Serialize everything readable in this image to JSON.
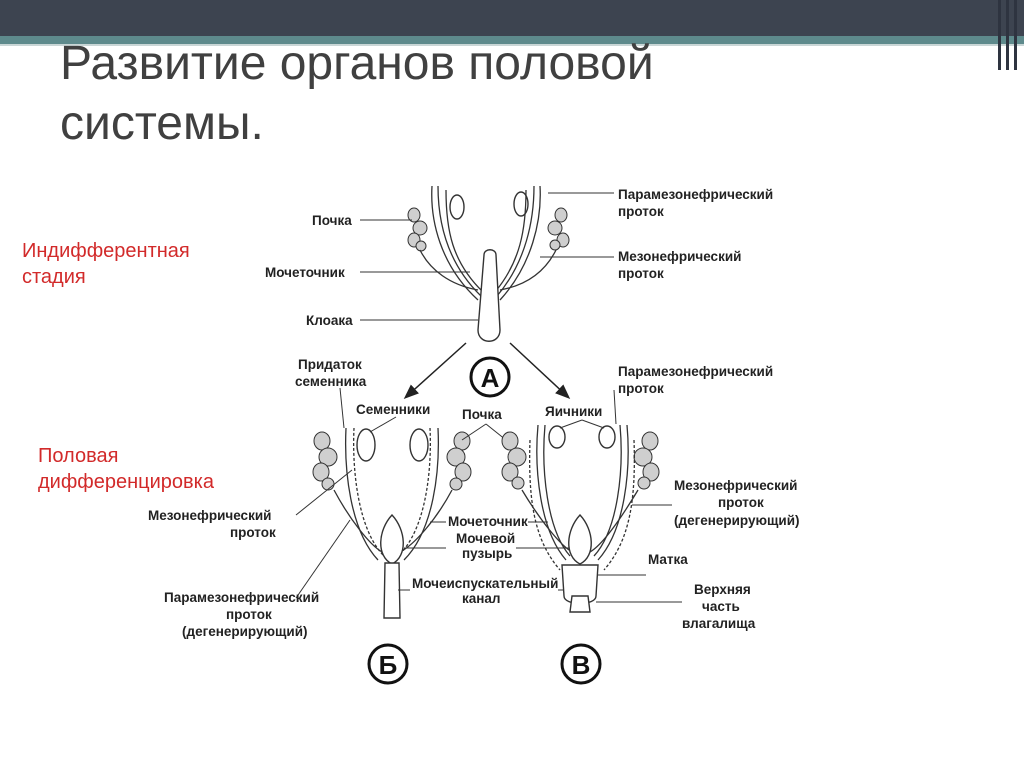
{
  "slide": {
    "title_line1": "Развитие органов половой",
    "title_line2": "системы.",
    "stage_indifferent_line1": "Индифферентная",
    "stage_indifferent_line2": "стадия",
    "stage_diff_line1": "Половая",
    "stage_diff_line2": "дифференцировка"
  },
  "colors": {
    "title": "#404040",
    "stage_text": "#d22a2a",
    "header_bar": "#3d4450",
    "header_stripe": "#5e8a8c"
  },
  "diagram_a": {
    "marker": "А",
    "kidney": "Почка",
    "ureter": "Мочеточник",
    "cloaca": "Клоака",
    "paramesonephric_1": "Парамезонефрический",
    "paramesonephric_2": "проток",
    "mesonephric_1": "Мезонефрический",
    "mesonephric_2": "проток"
  },
  "diagram_b": {
    "marker": "Б",
    "epididymis_1": "Придаток",
    "epididymis_2": "семенника",
    "testes": "Семенники",
    "mesonephric_1": "Мезонефрический",
    "mesonephric_2": "проток",
    "paramesonephric_1": "Парамезонефрический",
    "paramesonephric_2": "проток",
    "paramesonephric_3": "(дегенерирующий)"
  },
  "center": {
    "kidney": "Почка",
    "ureter": "Мочеточник",
    "bladder_1": "Мочевой",
    "bladder_2": "пузырь",
    "urethra_1": "Мочеиспускательный",
    "urethra_2": "канал"
  },
  "diagram_v": {
    "marker": "В",
    "ovaries": "Яичники",
    "paramesonephric_1": "Парамезонефрический",
    "paramesonephric_2": "проток",
    "mesonephric_1": "Мезонефрический",
    "mesonephric_2": "проток",
    "mesonephric_3": "(дегенерирующий)",
    "uterus": "Матка",
    "vagina_1": "Верхняя",
    "vagina_2": "часть",
    "vagina_3": "влагалища"
  }
}
